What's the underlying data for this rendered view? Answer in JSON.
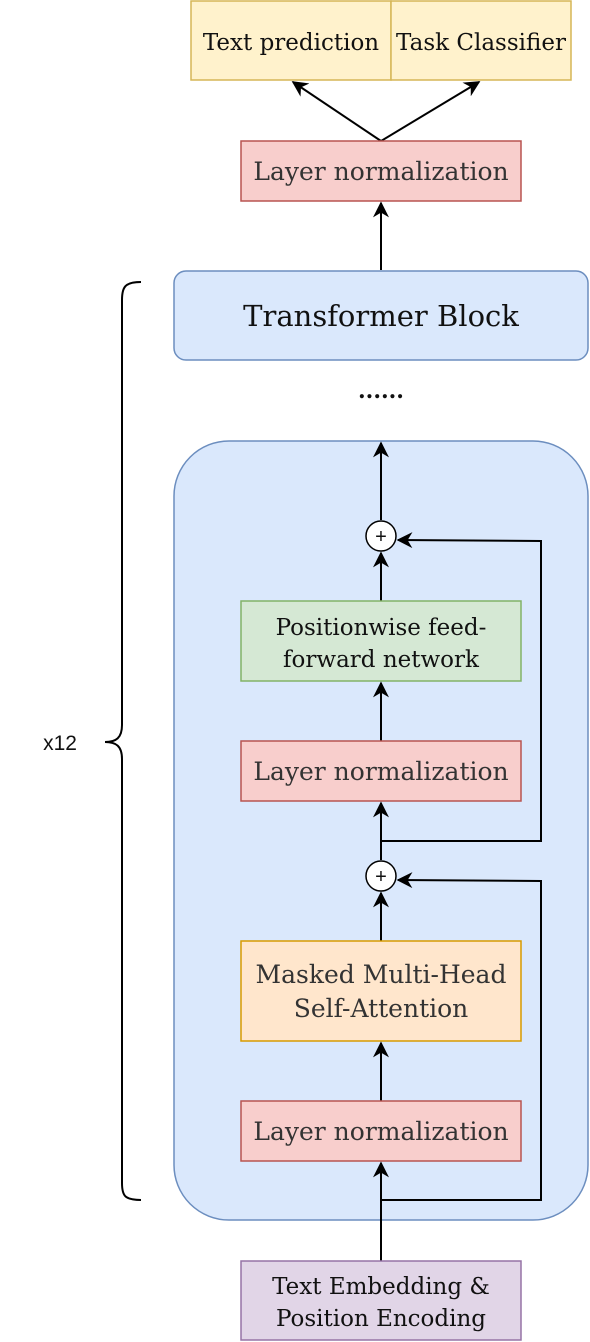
{
  "outputs": {
    "text_prediction": "Text prediction",
    "task_classifier": "Task Classifier"
  },
  "final_norm": "Layer normalization",
  "transformer_block": "Transformer Block",
  "ellipsis": "......",
  "repeat_label": "x12",
  "block": {
    "ffn_line1": "Positionwise feed-",
    "ffn_line2": "forward network",
    "norm2": "Layer normalization",
    "attn_line1": "Masked Multi-Head",
    "attn_line2": "Self-Attention",
    "norm1": "Layer normalization",
    "plus": "+"
  },
  "input": {
    "line1": "Text Embedding &",
    "line2": "Position Encoding"
  },
  "colors": {
    "yellow_fill": "#fff2cc",
    "yellow_stroke": "#d6b656",
    "red_fill": "#f8cecc",
    "red_stroke": "#b85450",
    "blue_fill": "#dae8fc",
    "blue_stroke": "#6c8ebf",
    "green_fill": "#d5e8d4",
    "green_stroke": "#82b366",
    "orange_fill": "#ffe6cc",
    "orange_stroke": "#d79b00",
    "purple_fill": "#e1d5e7",
    "purple_stroke": "#9673a6"
  }
}
